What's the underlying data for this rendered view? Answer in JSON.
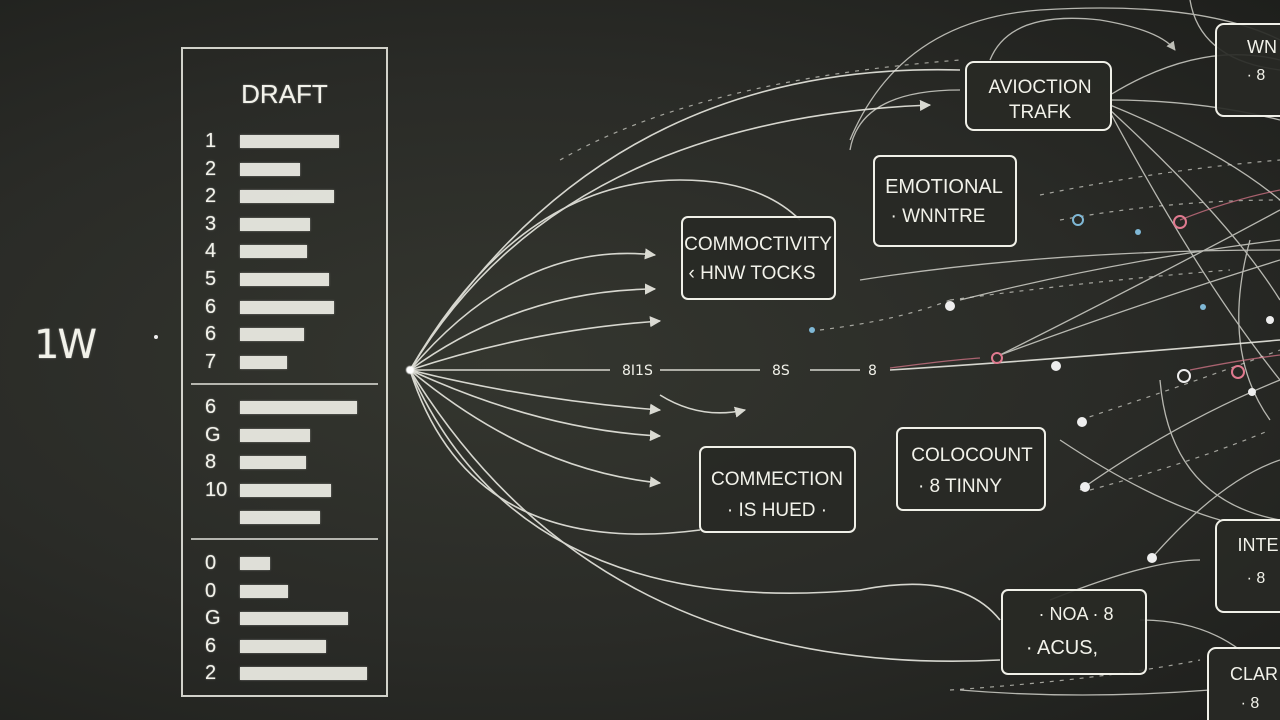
{
  "left_label": "1W",
  "draft": {
    "title": "DRAFT",
    "rows_top": [
      {
        "num": "1",
        "bar": 0.78
      },
      {
        "num": "2",
        "bar": 0.47
      },
      {
        "num": "2",
        "bar": 0.74
      },
      {
        "num": "3",
        "bar": 0.55
      },
      {
        "num": "4",
        "bar": 0.53
      },
      {
        "num": "5",
        "bar": 0.7
      },
      {
        "num": "6",
        "bar": 0.74
      },
      {
        "num": "6",
        "bar": 0.5
      },
      {
        "num": "7",
        "bar": 0.37
      }
    ],
    "rows_mid": [
      {
        "num": "6",
        "bar": 0.92
      },
      {
        "num": "G",
        "bar": 0.55
      },
      {
        "num": "8",
        "bar": 0.52
      },
      {
        "num": "10",
        "bar": 0.72
      },
      {
        "num": "",
        "bar": 0.63
      }
    ],
    "rows_bottom": [
      {
        "num": "0",
        "bar": 0.24
      },
      {
        "num": "0",
        "bar": 0.38
      },
      {
        "num": "G",
        "bar": 0.85
      },
      {
        "num": "6",
        "bar": 0.68
      },
      {
        "num": "2",
        "bar": 1.0
      }
    ]
  },
  "boxes": {
    "b1": {
      "line1": "COMMOCTIVITY",
      "line2": "‹ HNW TOCKS"
    },
    "b2": {
      "line1": "COMMECTION",
      "line2": "· IS HUED ·"
    },
    "b3": {
      "line1": "EMOTIONAL",
      "line2": "· WNNTRE"
    },
    "b4": {
      "line1": "AVIOCTION",
      "line2": "TRAFK"
    },
    "b5": {
      "line1": "COLOCOUNT",
      "line2": "· 8 TINNY"
    },
    "b6": {
      "line1": "· NOA · 8",
      "line2": "· ACUS,"
    },
    "b7": {
      "line1": "WN",
      "line2": "· 8"
    },
    "b8": {
      "line1": "INTE",
      "line2": "· 8"
    },
    "b9": {
      "line1": "CLAR",
      "line2": "· 8"
    }
  },
  "flow_labels": {
    "l1": "8I1S",
    "l2": "8S",
    "l3": "8"
  },
  "colors": {
    "chalk": "#f2f2ea",
    "accent_pink": "#e07a8f",
    "accent_blue": "#7fb8d6",
    "board": "#2b2c28"
  }
}
